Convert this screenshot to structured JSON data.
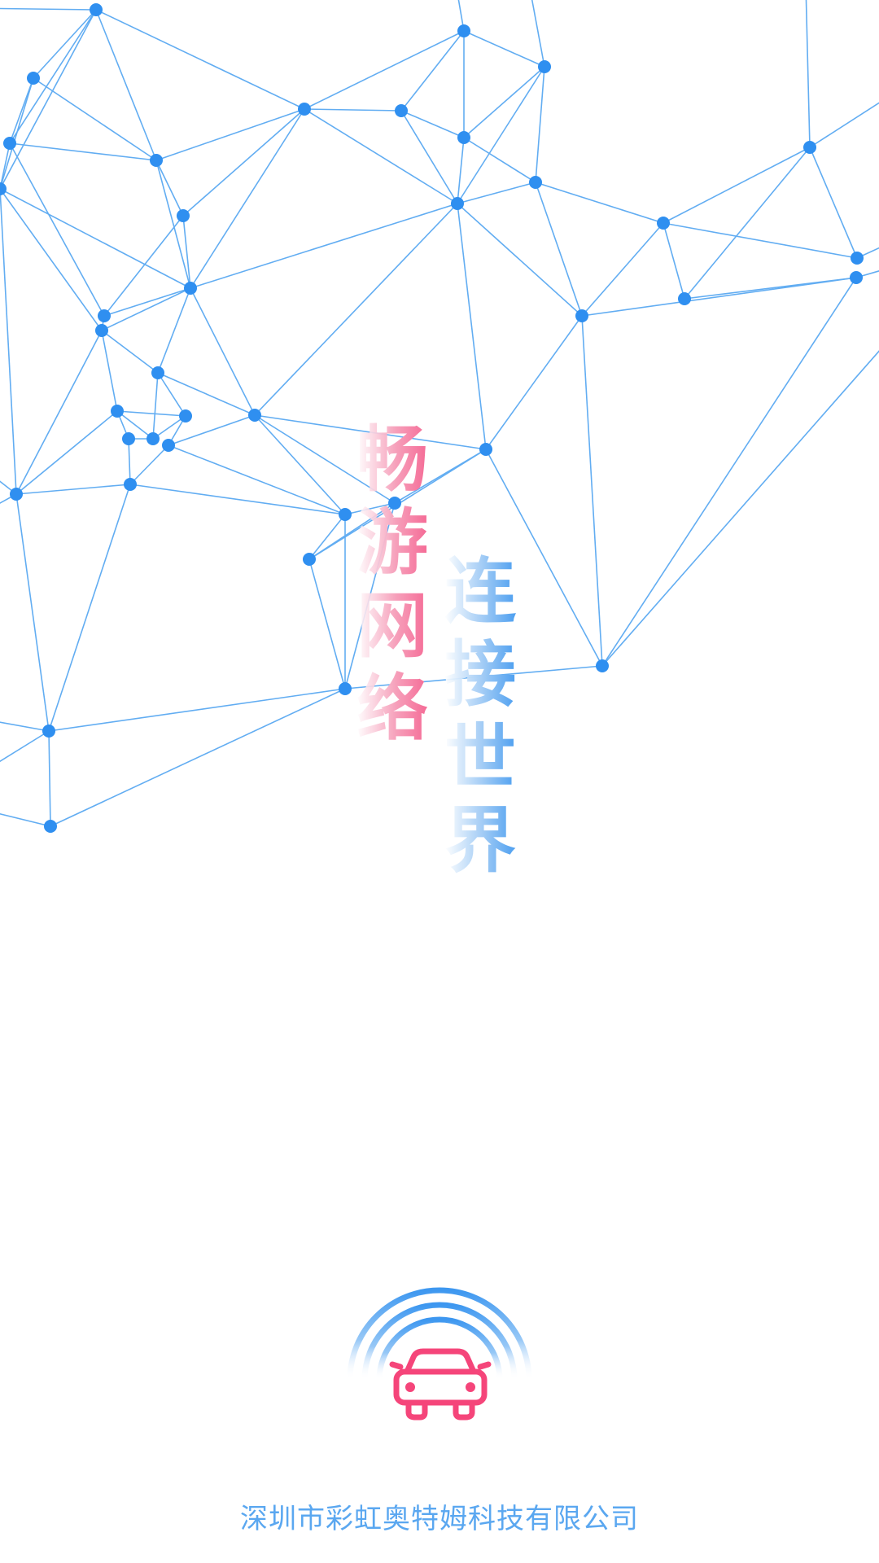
{
  "splash": {
    "slogan_left": [
      "畅",
      "游",
      "网",
      "络"
    ],
    "slogan_right": [
      "连",
      "接",
      "世",
      "界"
    ],
    "company_name": "深圳市彩虹奥特姆科技有限公司"
  },
  "colors": {
    "network_blue": "#2f8ff0",
    "accent_pink": "#f5457a",
    "text_blue": "#5aa7f0"
  },
  "icons": {
    "logo": "car-signal-icon"
  }
}
